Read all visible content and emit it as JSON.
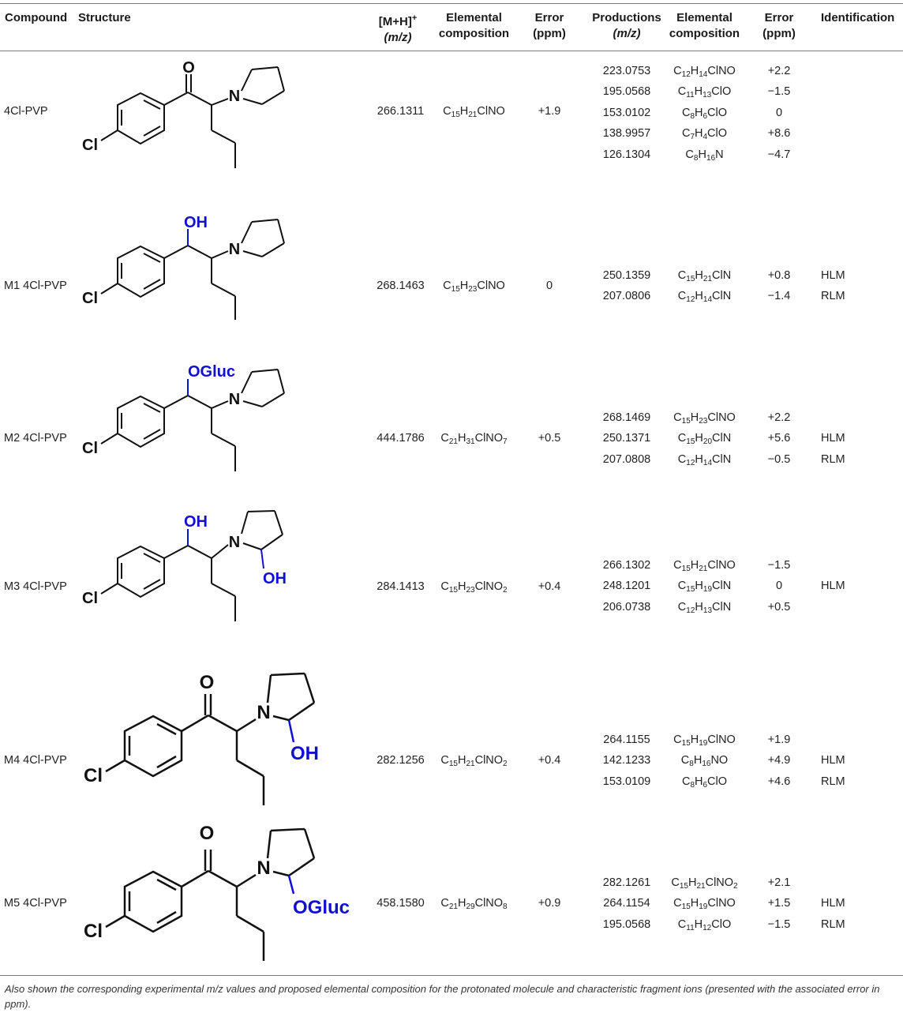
{
  "header": {
    "compound": "Compound",
    "structure": "Structure",
    "mh_line1": "[M+H]",
    "mh_sup": "+",
    "mh_line2": "(m/z)",
    "elem1_l1": "Elemental",
    "elem1_l2": "composition",
    "err1_l1": "Error",
    "err1_l2": "(ppm)",
    "prod_l1": "Productions",
    "prod_l2": "(m/z)",
    "elem2_l1": "Elemental",
    "elem2_l2": "composition",
    "err2_l1": "Error",
    "err2_l2": "(ppm)",
    "ident": "Identification"
  },
  "rows": [
    {
      "compound": "4Cl-PVP",
      "mh": "266.1311",
      "composition": "C15H21ClNO",
      "error": "+1.9",
      "structure_labels": {
        "top": "O",
        "n": "N",
        "cl": "Cl"
      },
      "products": [
        {
          "mz": "223.0753",
          "composition": "C12H14ClNO",
          "error": "+2.2",
          "id": ""
        },
        {
          "mz": "195.0568",
          "composition": "C11H13ClO",
          "error": "−1.5",
          "id": ""
        },
        {
          "mz": "153.0102",
          "composition": "C8H6ClO",
          "error": "0",
          "id": ""
        },
        {
          "mz": "138.9957",
          "composition": "C7H4ClO",
          "error": "+8.6",
          "id": ""
        },
        {
          "mz": "126.1304",
          "composition": "C8H16N",
          "error": "−4.7",
          "id": ""
        }
      ]
    },
    {
      "compound": "M1 4Cl-PVP",
      "mh": "268.1463",
      "composition": "C15H23ClNO",
      "error": "0",
      "structure_labels": {
        "top": "OH",
        "n": "N",
        "cl": "Cl"
      },
      "products": [
        {
          "mz": "250.1359",
          "composition": "C15H21ClN",
          "error": "+0.8",
          "id": "HLM"
        },
        {
          "mz": "207.0806",
          "composition": "C12H14ClN",
          "error": "−1.4",
          "id": "RLM"
        }
      ]
    },
    {
      "compound": "M2 4Cl-PVP",
      "mh": "444.1786",
      "composition": "C21H31ClNO7",
      "error": "+0.5",
      "structure_labels": {
        "top": "OGluc",
        "n": "N",
        "cl": "Cl"
      },
      "products": [
        {
          "mz": "268.1469",
          "composition": "C15H23ClNO",
          "error": "+2.2",
          "id": ""
        },
        {
          "mz": "250.1371",
          "composition": "C15H20ClN",
          "error": "+5.6",
          "id": "HLM"
        },
        {
          "mz": "207.0808",
          "composition": "C12H14ClN",
          "error": "−0.5",
          "id": "RLM"
        }
      ]
    },
    {
      "compound": "M3 4Cl-PVP",
      "mh": "284.1413",
      "composition": "C15H23ClNO2",
      "error": "+0.4",
      "structure_labels": {
        "top": "OH",
        "n": "N",
        "cl": "Cl",
        "ring": "OH"
      },
      "products": [
        {
          "mz": "266.1302",
          "composition": "C15H21ClNO",
          "error": "−1.5",
          "id": ""
        },
        {
          "mz": "248.1201",
          "composition": "C15H19ClN",
          "error": "0",
          "id": "HLM"
        },
        {
          "mz": "206.0738",
          "composition": "C12H13ClN",
          "error": "+0.5",
          "id": ""
        }
      ]
    },
    {
      "compound": "M4 4Cl-PVP",
      "mh": "282.1256",
      "composition": "C15H21ClNO2",
      "error": "+0.4",
      "structure_labels": {
        "top": "O",
        "n": "N",
        "cl": "Cl",
        "ring": "OH"
      },
      "products": [
        {
          "mz": "264.1155",
          "composition": "C15H19ClNO",
          "error": "+1.9",
          "id": ""
        },
        {
          "mz": "142.1233",
          "composition": "C8H16NO",
          "error": "+4.9",
          "id": "HLM"
        },
        {
          "mz": "153.0109",
          "composition": "C8H6ClO",
          "error": "+4.6",
          "id": "RLM"
        }
      ]
    },
    {
      "compound": "M5 4Cl-PVP",
      "mh": "458.1580",
      "composition": "C21H29ClNO8",
      "error": "+0.9",
      "structure_labels": {
        "top": "O",
        "n": "N",
        "cl": "Cl",
        "ring": "OGluc"
      },
      "products": [
        {
          "mz": "282.1261",
          "composition": "C15H21ClNO2",
          "error": "+2.1",
          "id": ""
        },
        {
          "mz": "264.1154",
          "composition": "C15H19ClNO",
          "error": "+1.5",
          "id": "HLM"
        },
        {
          "mz": "195.0568",
          "composition": "C11H12ClO",
          "error": "−1.5",
          "id": "RLM"
        }
      ]
    }
  ],
  "footnote": "Also shown the corresponding experimental m/z values and proposed elemental composition for the protonated molecule and characteristic fragment ions (presented with the associated error in ppm).",
  "colors": {
    "metabolite_highlight": "#1010d0",
    "text": "#1a1a1a",
    "rule": "#7d7d7d"
  }
}
